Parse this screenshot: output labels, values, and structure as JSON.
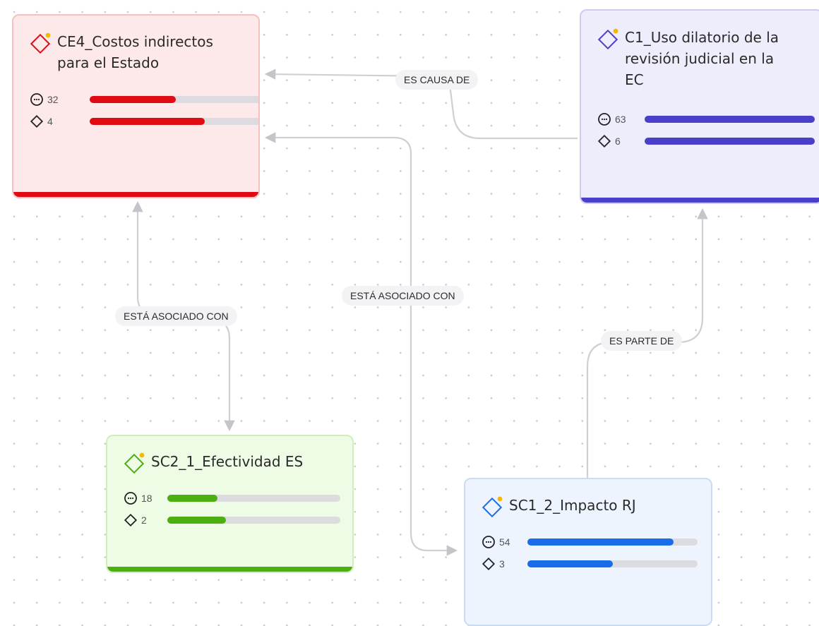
{
  "nodes": {
    "ce4": {
      "title": "CE4_Costos indirectos para el Estado",
      "title_lines": [
        "CE4_Costos indirectos",
        "para el Estado"
      ],
      "quotes": "32",
      "quotes_fraction": 0.5,
      "codes": "4",
      "codes_fraction": 0.67,
      "accent": "#e00a12",
      "bg": "#fde9e9",
      "border": "#f7c0c0",
      "has_status_dot": true
    },
    "c1": {
      "title": "C1_Uso dilatorio de la revisión judicial en la EC",
      "title_lines": [
        "C1_Uso dilatorio de la",
        "revisión judicial en la",
        "EC"
      ],
      "quotes": "63",
      "quotes_fraction": 1.0,
      "codes": "6",
      "codes_fraction": 1.0,
      "accent": "#4a3fc9",
      "bg": "#eeedfb",
      "border": "#cfcbf0",
      "has_status_dot": true
    },
    "sc2_1": {
      "title": "SC2_1_Efectividad ES",
      "title_lines": [
        "SC2_1_Efectividad ES"
      ],
      "quotes": "18",
      "quotes_fraction": 0.29,
      "codes": "2",
      "codes_fraction": 0.34,
      "accent": "#4caf10",
      "bg": "#eefce6",
      "border": "#cfeebc",
      "has_status_dot": true
    },
    "sc1_2": {
      "title": "SC1_2_Impacto RJ",
      "title_lines": [
        "SC1_2_Impacto RJ"
      ],
      "quotes": "54",
      "quotes_fraction": 0.86,
      "codes": "3",
      "codes_fraction": 0.5,
      "accent": "#1a6de8",
      "bg": "#eef4fd",
      "border": "#c9dcf5",
      "has_status_dot": true
    }
  },
  "edges": {
    "es_causa_de": "ES CAUSA DE",
    "esta_asociado_con_1": "ESTÁ ASOCIADO CON",
    "esta_asociado_con_2": "ESTÁ ASOCIADO CON",
    "es_parte_de": "ES PARTE DE"
  },
  "colors": {
    "link": "#cfcfd4",
    "track": "#dcdce0",
    "dot_grid": "#c9cbd3",
    "status_dot": "#f5b800"
  },
  "icons": {
    "node_icon": "diamond-code-icon",
    "quote_icon": "quote-bubble-icon",
    "code_icon": "diamond-outline-icon"
  }
}
